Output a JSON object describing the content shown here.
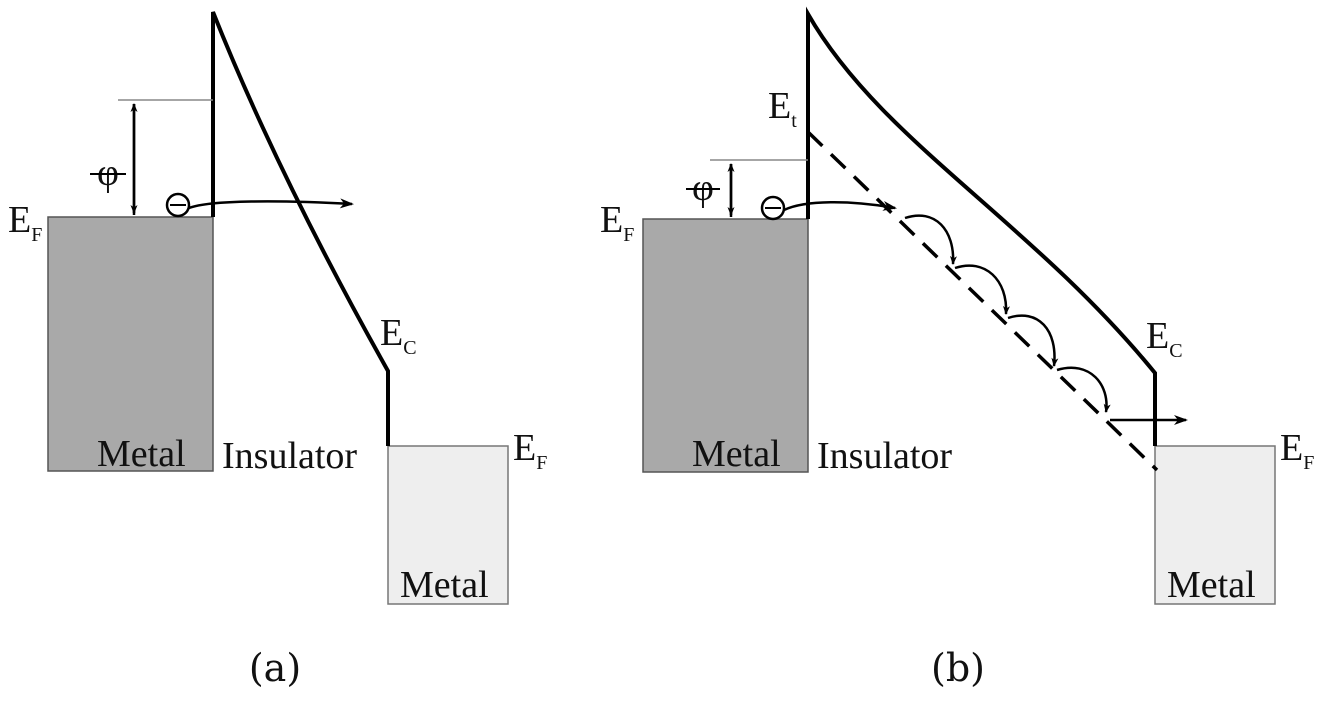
{
  "panel_a": {
    "metal_left": "Metal",
    "insulator": "Insulator",
    "metal_right": "Metal",
    "ef_left_main": "E",
    "ef_left_sub": "F",
    "ec_main": "E",
    "ec_sub": "C",
    "ef_right_main": "E",
    "ef_right_sub": "F",
    "phi": "φ",
    "caption": "(a)"
  },
  "panel_b": {
    "metal_left": "Metal",
    "insulator": "Insulator",
    "metal_right": "Metal",
    "ef_left_main": "E",
    "ef_left_sub": "F",
    "et_main": "E",
    "et_sub": "t",
    "ec_main": "E",
    "ec_sub": "C",
    "ef_right_main": "E",
    "ef_right_sub": "F",
    "phi": "φ",
    "caption": "(b)"
  },
  "colors": {
    "metal_left_fill": "#a9a9a9",
    "metal_right_fill": "#eeeeee",
    "line": "#000000"
  }
}
